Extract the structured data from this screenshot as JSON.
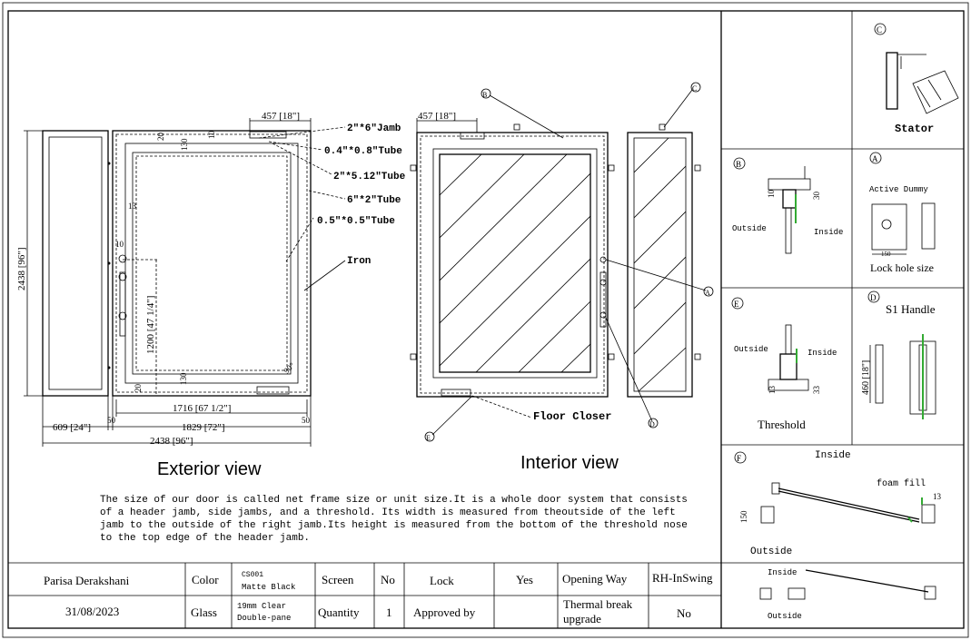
{
  "exterior": {
    "title": "Exterior view",
    "dim_457": "457 [18\"]",
    "dim_20": "20",
    "dim_130": "130",
    "dim_10": "10",
    "dim_2438_v": "2438 [96\"]",
    "dim_1200": "1200 [47 1/4\"]",
    "dim_13": "13",
    "dim_1716": "1716 [67 1/2\"]",
    "dim_609": "609 [24\"]",
    "dim_1829": "1829 [72\"]",
    "dim_2438_h": "2438 [96\"]",
    "dim_50": "50",
    "dim_90deg": "90°",
    "callouts": [
      "2\"*6\"Jamb",
      "0.4\"*0.8\"Tube",
      "2\"*5.12\"Tube",
      "6\"*2\"Tube",
      "0.5\"*0.5\"Tube",
      "Iron"
    ]
  },
  "interior": {
    "title": "Interior view",
    "dim_457": "457 [18\"]",
    "floor_closer": "Floor Closer",
    "markers": [
      "B",
      "C",
      "A",
      "D",
      "E"
    ]
  },
  "description": [
    "The size of our door is called net frame size or unit size.It is a whole door system that consists",
    "of a header jamb, side jambs, and a threshold. Its width is measured from theoutside of the left",
    "jamb to the outside of the right jamb.Its height is measured from the bottom of the threshold nose",
    "to the top edge of the header jamb."
  ],
  "details": {
    "c": {
      "marker": "C",
      "label": "Stator"
    },
    "b": {
      "marker": "B",
      "outside": "Outside",
      "inside": "Inside",
      "d1": "10",
      "d2": "30"
    },
    "a": {
      "marker": "A",
      "active_dummy": "Active Dummy",
      "label": "Lock hole size",
      "d1": "150"
    },
    "e": {
      "marker": "E",
      "outside": "Outside",
      "inside": "Inside",
      "label": "Threshold",
      "d1": "13",
      "d2": "33"
    },
    "d": {
      "marker": "D",
      "label": "S1 Handle",
      "dim": "460 [18\"]"
    },
    "f": {
      "marker": "F",
      "inside": "Inside",
      "outside": "Outside",
      "foam": "foam fill",
      "d1": "150",
      "d2": "13"
    },
    "small": {
      "inside": "Inside",
      "outside": "Outside"
    }
  },
  "titleblock": {
    "name": "Parisa Derakshani",
    "date": "31/08/2023",
    "color_label": "Color",
    "color_code": "CS001",
    "color_value": "Matte Black",
    "glass_label": "Glass",
    "glass_value_1": "19mm Clear",
    "glass_value_2": "Double-pane",
    "screen_label": "Screen",
    "screen_value": "No",
    "quantity_label": "Quantity",
    "quantity_value": "1",
    "lock_label": "Lock",
    "lock_value": "Yes",
    "approved_label": "Approved by",
    "opening_label": "Opening Way",
    "opening_value": "RH-InSwing",
    "thermal_label_1": "Thermal break",
    "thermal_label_2": "upgrade",
    "thermal_value": "No"
  }
}
